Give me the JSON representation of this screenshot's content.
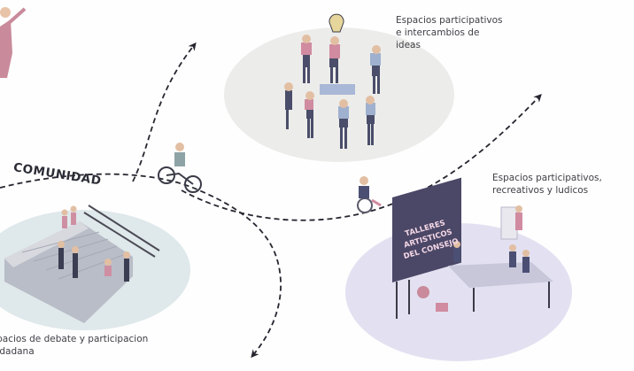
{
  "diagram": {
    "community_label": "COMUNIDAD",
    "spaces": [
      {
        "id": "ideas",
        "caption": "Espacios participativos\ne intercambios de\nideas"
      },
      {
        "id": "recreational",
        "caption": "Espacios participativos,\nrecreativos y ludicos"
      },
      {
        "id": "debate",
        "caption": "Espacios de debate y participacion\nciudadana"
      }
    ],
    "workshop_sign": [
      "TALLERES",
      "ARTISTICOS",
      "DEL CONSEJO"
    ]
  },
  "colors": {
    "platform_ideas": "#ececea",
    "platform_recreational": "#e3e1f1",
    "platform_debate": "#dfe8ea",
    "path": "#262630",
    "sign_board": "#4b4767",
    "sign_text": "#f4d8e6"
  }
}
